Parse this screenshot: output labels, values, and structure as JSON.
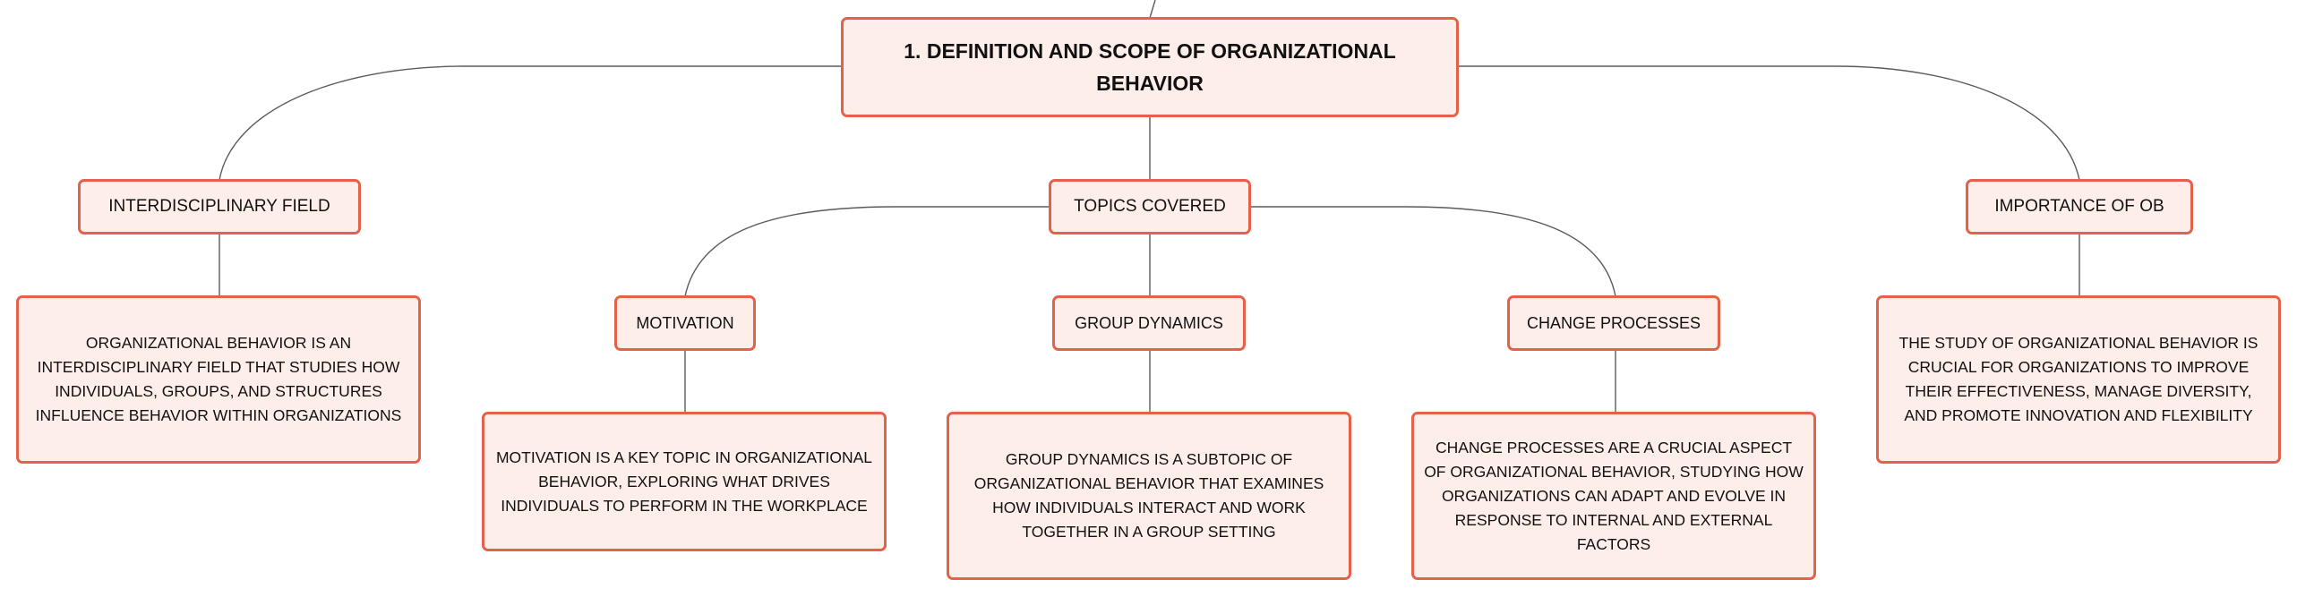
{
  "root": {
    "label": "1. DEFINITION AND SCOPE OF ORGANIZATIONAL BEHAVIOR"
  },
  "branches": {
    "interdisciplinary": {
      "label": "INTERDISCIPLINARY FIELD",
      "description": "ORGANIZATIONAL BEHAVIOR IS AN INTERDISCIPLINARY FIELD THAT STUDIES HOW INDIVIDUALS, GROUPS, AND STRUCTURES INFLUENCE BEHAVIOR WITHIN ORGANIZATIONS"
    },
    "topics": {
      "label": "TOPICS COVERED",
      "children": {
        "motivation": {
          "label": "MOTIVATION",
          "description": "MOTIVATION IS A KEY TOPIC IN ORGANIZATIONAL BEHAVIOR, EXPLORING WHAT DRIVES INDIVIDUALS TO PERFORM IN THE WORKPLACE"
        },
        "group_dynamics": {
          "label": "GROUP DYNAMICS",
          "description": "GROUP DYNAMICS IS A SUBTOPIC OF ORGANIZATIONAL BEHAVIOR THAT EXAMINES HOW INDIVIDUALS INTERACT AND WORK TOGETHER IN A GROUP SETTING"
        },
        "change_processes": {
          "label": "CHANGE PROCESSES",
          "description": "CHANGE PROCESSES ARE A CRUCIAL ASPECT OF ORGANIZATIONAL BEHAVIOR, STUDYING HOW ORGANIZATIONS CAN ADAPT AND EVOLVE IN RESPONSE TO INTERNAL AND EXTERNAL FACTORS"
        }
      }
    },
    "importance": {
      "label": "IMPORTANCE OF OB",
      "description": "THE STUDY OF ORGANIZATIONAL BEHAVIOR IS CRUCIAL FOR ORGANIZATIONS TO IMPROVE THEIR EFFECTIVENESS, MANAGE DIVERSITY, AND PROMOTE INNOVATION AND FLEXIBILITY"
    }
  },
  "colors": {
    "node_fill": "#fdeeea",
    "node_border": "#e4614a",
    "connector": "#5b5b5b",
    "text": "#111111"
  }
}
